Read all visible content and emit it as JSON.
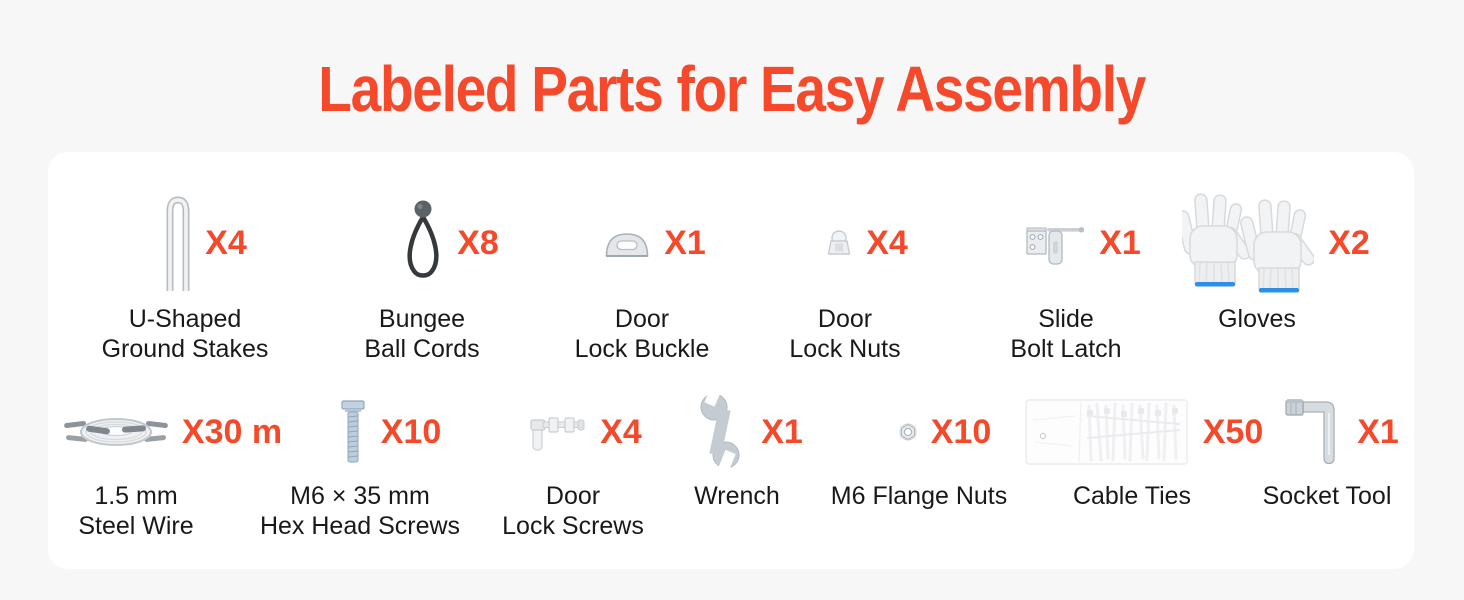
{
  "page": {
    "title": "Labeled Parts for Easy Assembly"
  },
  "colors": {
    "accent": "#f5492c",
    "background": "#f7f7f8",
    "card": "#ffffff",
    "text": "#17191a",
    "glove_cuff_stripe": "#2e8fe8",
    "screw_metal_blue": "#bccddd",
    "metal_gray": "#c5ccd1"
  },
  "parts": [
    {
      "icon": "u-shaped-ground-stake-icon",
      "qty": "X4",
      "label_line1": "U-Shaped",
      "label_line2": "Ground Stakes"
    },
    {
      "icon": "bungee-ball-cord-icon",
      "qty": "X8",
      "label_line1": "Bungee",
      "label_line2": "Ball Cords"
    },
    {
      "icon": "door-lock-buckle-icon",
      "qty": "X1",
      "label_line1": "Door",
      "label_line2": "Lock Buckle"
    },
    {
      "icon": "door-lock-nut-icon",
      "qty": "X4",
      "label_line1": "Door",
      "label_line2": "Lock Nuts"
    },
    {
      "icon": "slide-bolt-latch-icon",
      "qty": "X1",
      "label_line1": "Slide",
      "label_line2": "Bolt Latch"
    },
    {
      "icon": "gloves-icon",
      "qty": "X2",
      "label_line1": "Gloves",
      "label_line2": ""
    },
    {
      "icon": "steel-wire-coil-icon",
      "qty": "X30 m",
      "label_line1": "1.5 mm",
      "label_line2": "Steel Wire"
    },
    {
      "icon": "hex-head-screw-icon",
      "qty": "X10",
      "label_line1": "M6 × 35 mm",
      "label_line2": "Hex Head Screws"
    },
    {
      "icon": "door-lock-screw-icon",
      "qty": "X4",
      "label_line1": "Door",
      "label_line2": "Lock Screws"
    },
    {
      "icon": "wrench-icon",
      "qty": "X1",
      "label_line1": "Wrench",
      "label_line2": ""
    },
    {
      "icon": "m6-flange-nut-icon",
      "qty": "X10",
      "label_line1": "M6 Flange Nuts",
      "label_line2": ""
    },
    {
      "icon": "cable-ties-bag-icon",
      "qty": "X50",
      "label_line1": "Cable Ties",
      "label_line2": ""
    },
    {
      "icon": "socket-tool-icon",
      "qty": "X1",
      "label_line1": "Socket Tool",
      "label_line2": ""
    }
  ]
}
